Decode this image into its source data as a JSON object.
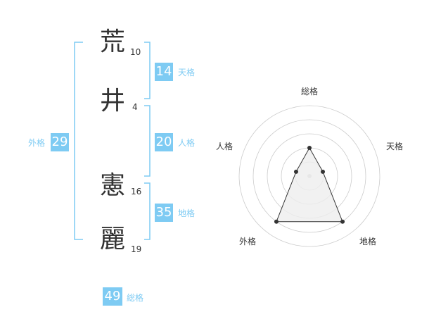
{
  "name": {
    "characters": [
      {
        "char": "荒",
        "strokes": "10"
      },
      {
        "char": "井",
        "strokes": "4"
      },
      {
        "char": "憲",
        "strokes": "16"
      },
      {
        "char": "麗",
        "strokes": "19"
      }
    ]
  },
  "kaku": {
    "tenkaku": {
      "value": "14",
      "label": "天格"
    },
    "jinkaku": {
      "value": "20",
      "label": "人格"
    },
    "chikaku": {
      "value": "35",
      "label": "地格"
    },
    "gaikaku": {
      "value": "29",
      "label": "外格"
    },
    "soukaku": {
      "value": "49",
      "label": "総格"
    }
  },
  "radar": {
    "axes": [
      "総格",
      "天格",
      "地格",
      "外格",
      "人格"
    ],
    "values": [
      0.4,
      0.2,
      0.8,
      0.8,
      0.2
    ],
    "colors": {
      "line": "#333333",
      "fill": "#eeeeee",
      "ring": "#cccccc",
      "center": "#cccccc"
    }
  },
  "colors": {
    "accent": "#7ecbf3",
    "text": "#333333"
  }
}
